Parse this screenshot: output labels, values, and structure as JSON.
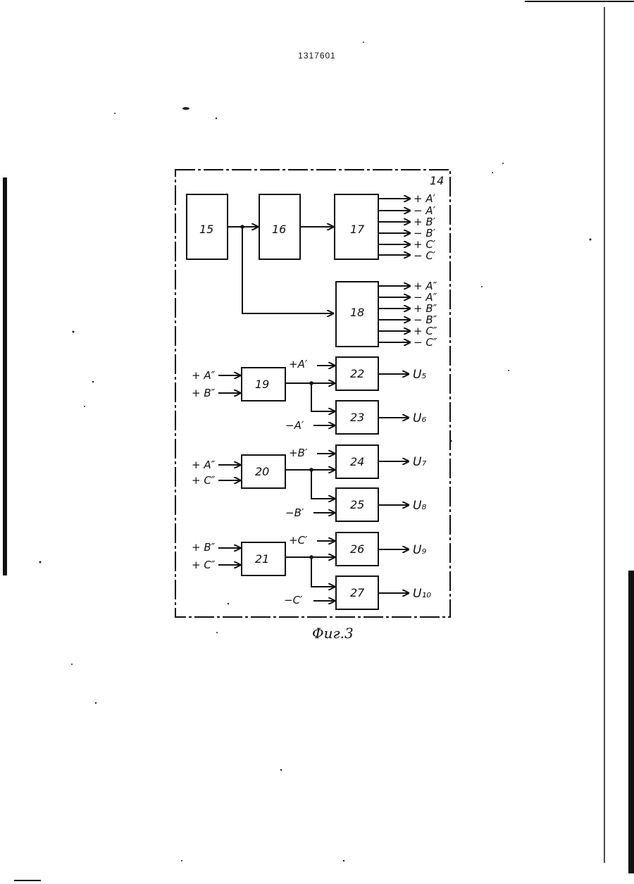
{
  "patent_number": "1317601",
  "caption": "Фиг.3",
  "unit_label": "14",
  "blocks": {
    "b15": "15",
    "b16": "16",
    "b17": "17",
    "b18": "18",
    "b19": "19",
    "b20": "20",
    "b21": "21",
    "b22": "22",
    "b23": "23",
    "b24": "24",
    "b25": "25",
    "b26": "26",
    "b27": "27"
  },
  "outputs_17": [
    "+ A′",
    "− A′",
    "+ B′",
    "− B′",
    "+ C′",
    "− C′"
  ],
  "outputs_18": [
    "+ A″",
    "− A″",
    "+ B″",
    "− B″",
    "+ C″",
    "− C″"
  ],
  "inputs": {
    "b19_in1": "+ A″",
    "b19_in2": "+ B″",
    "b20_in1": "+ A″",
    "b20_in2": "+ C″",
    "b21_in1": "+ B″",
    "b21_in2": "+ C″",
    "b22_in": "+A′",
    "b23_in": "−A′",
    "b24_in": "+B′",
    "b25_in": "−B′",
    "b26_in": "+C′",
    "b27_in": "−C′"
  },
  "block_outputs": {
    "u5": "U₅",
    "u6": "U₆",
    "u7": "U₇",
    "u8": "U₈",
    "u9": "U₉",
    "u10": "U₁₀"
  }
}
